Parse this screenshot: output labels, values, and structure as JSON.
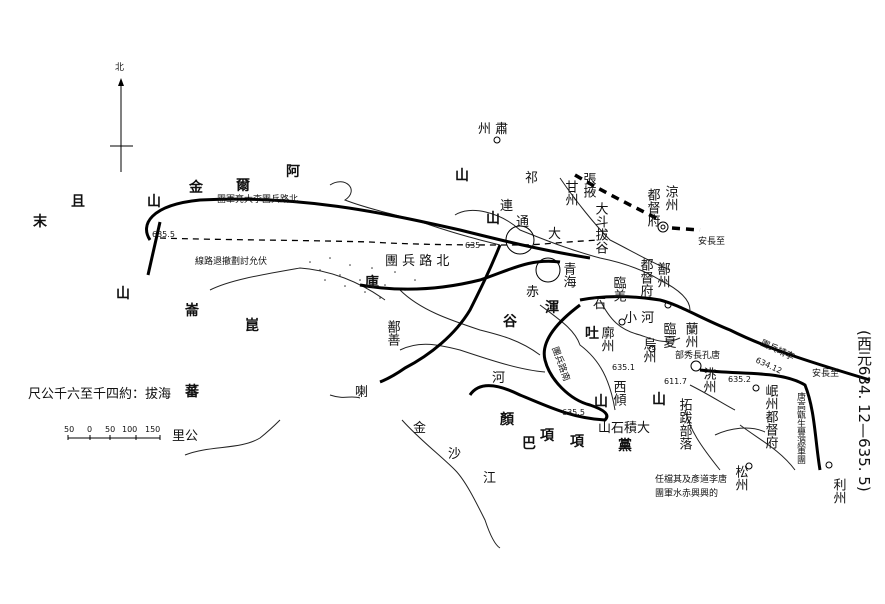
{
  "north": "北",
  "title_period": "(西元634. 12—635. 5)",
  "legend": {
    "elevation": "尺公千六至千四約：拔海",
    "scale_ticks": [
      "50",
      "0",
      "50",
      "100",
      "150"
    ],
    "scale_unit": "里公"
  },
  "dates": {
    "d1": "635.5",
    "d2": "635",
    "d3": "634.12",
    "d4": "635.1",
    "d5": "635.2",
    "d6": "635.5",
    "d7": "611.7"
  },
  "routes": {
    "north_group": "團軍亮大李團兵路北",
    "fuyun_retreat": "線路退撤劃討允伏",
    "north_group_short": "團 兵 路 北",
    "li_jing": "團兵靖李",
    "south_group": "團兵路南",
    "kong_changxiu": "部秀長孔唐",
    "gao_zhensheng": "唐高甑生豐源軍團",
    "li_daoyan_1": "任檔其及彥道李唐",
    "li_daoyan_2": "團軍水赤興興的",
    "to_changan_1": "安長至",
    "to_changan_2": "安長至"
  },
  "places": {
    "suzhou": "州 肅",
    "zhangye": "張掖",
    "ganzhou": "甘州",
    "dadouba": "大斗拔谷",
    "liangzhou": "涼州",
    "liangzhou_dudu": "都督府",
    "shanzhou": "鄯州",
    "shanzhou_dudu": "都督府",
    "qinghai": "青海",
    "linqiang": "臨羌",
    "lanzhou": "蘭州",
    "linxia": "臨夏",
    "kuozhou": "廓州",
    "niaozhou": "烏州",
    "taozhou": "洮州",
    "minzhou": "岷州都督府",
    "songzhou": "松州",
    "lizhou": "利州",
    "tuyuhun_1": "吐",
    "tuyuhun_2": "谷",
    "tuyuhun_3": "渾",
    "tuyuhun_4": "赤",
    "fuchi": "庫",
    "shanshan": "鄯善",
    "dangxiang_1": "黨",
    "dangxiang_2": "項",
    "tuoba": "拓跋部落",
    "xiqing": "西傾",
    "jishi": "山石積大",
    "xiaohe": "小 河",
    "shi": "石"
  },
  "terrain": {
    "a": "阿",
    "er": "爾",
    "jin": "金",
    "shan1": "山",
    "qie": "且",
    "mo": "末",
    "shan2": "山",
    "kun": "崙",
    "lun": "崑",
    "qi": "祁",
    "lian": "連",
    "shan3": "山",
    "shan4": "山",
    "tong": "通",
    "da": "大",
    "fan": "蕃",
    "ba": "巴",
    "yan": "顏",
    "xiang": "項",
    "jinsha_1": "金",
    "jinsha_2": "沙",
    "jinsha_3": "江",
    "shan5": "山",
    "shan6": "山",
    "labu": "喇",
    "he": "河"
  }
}
